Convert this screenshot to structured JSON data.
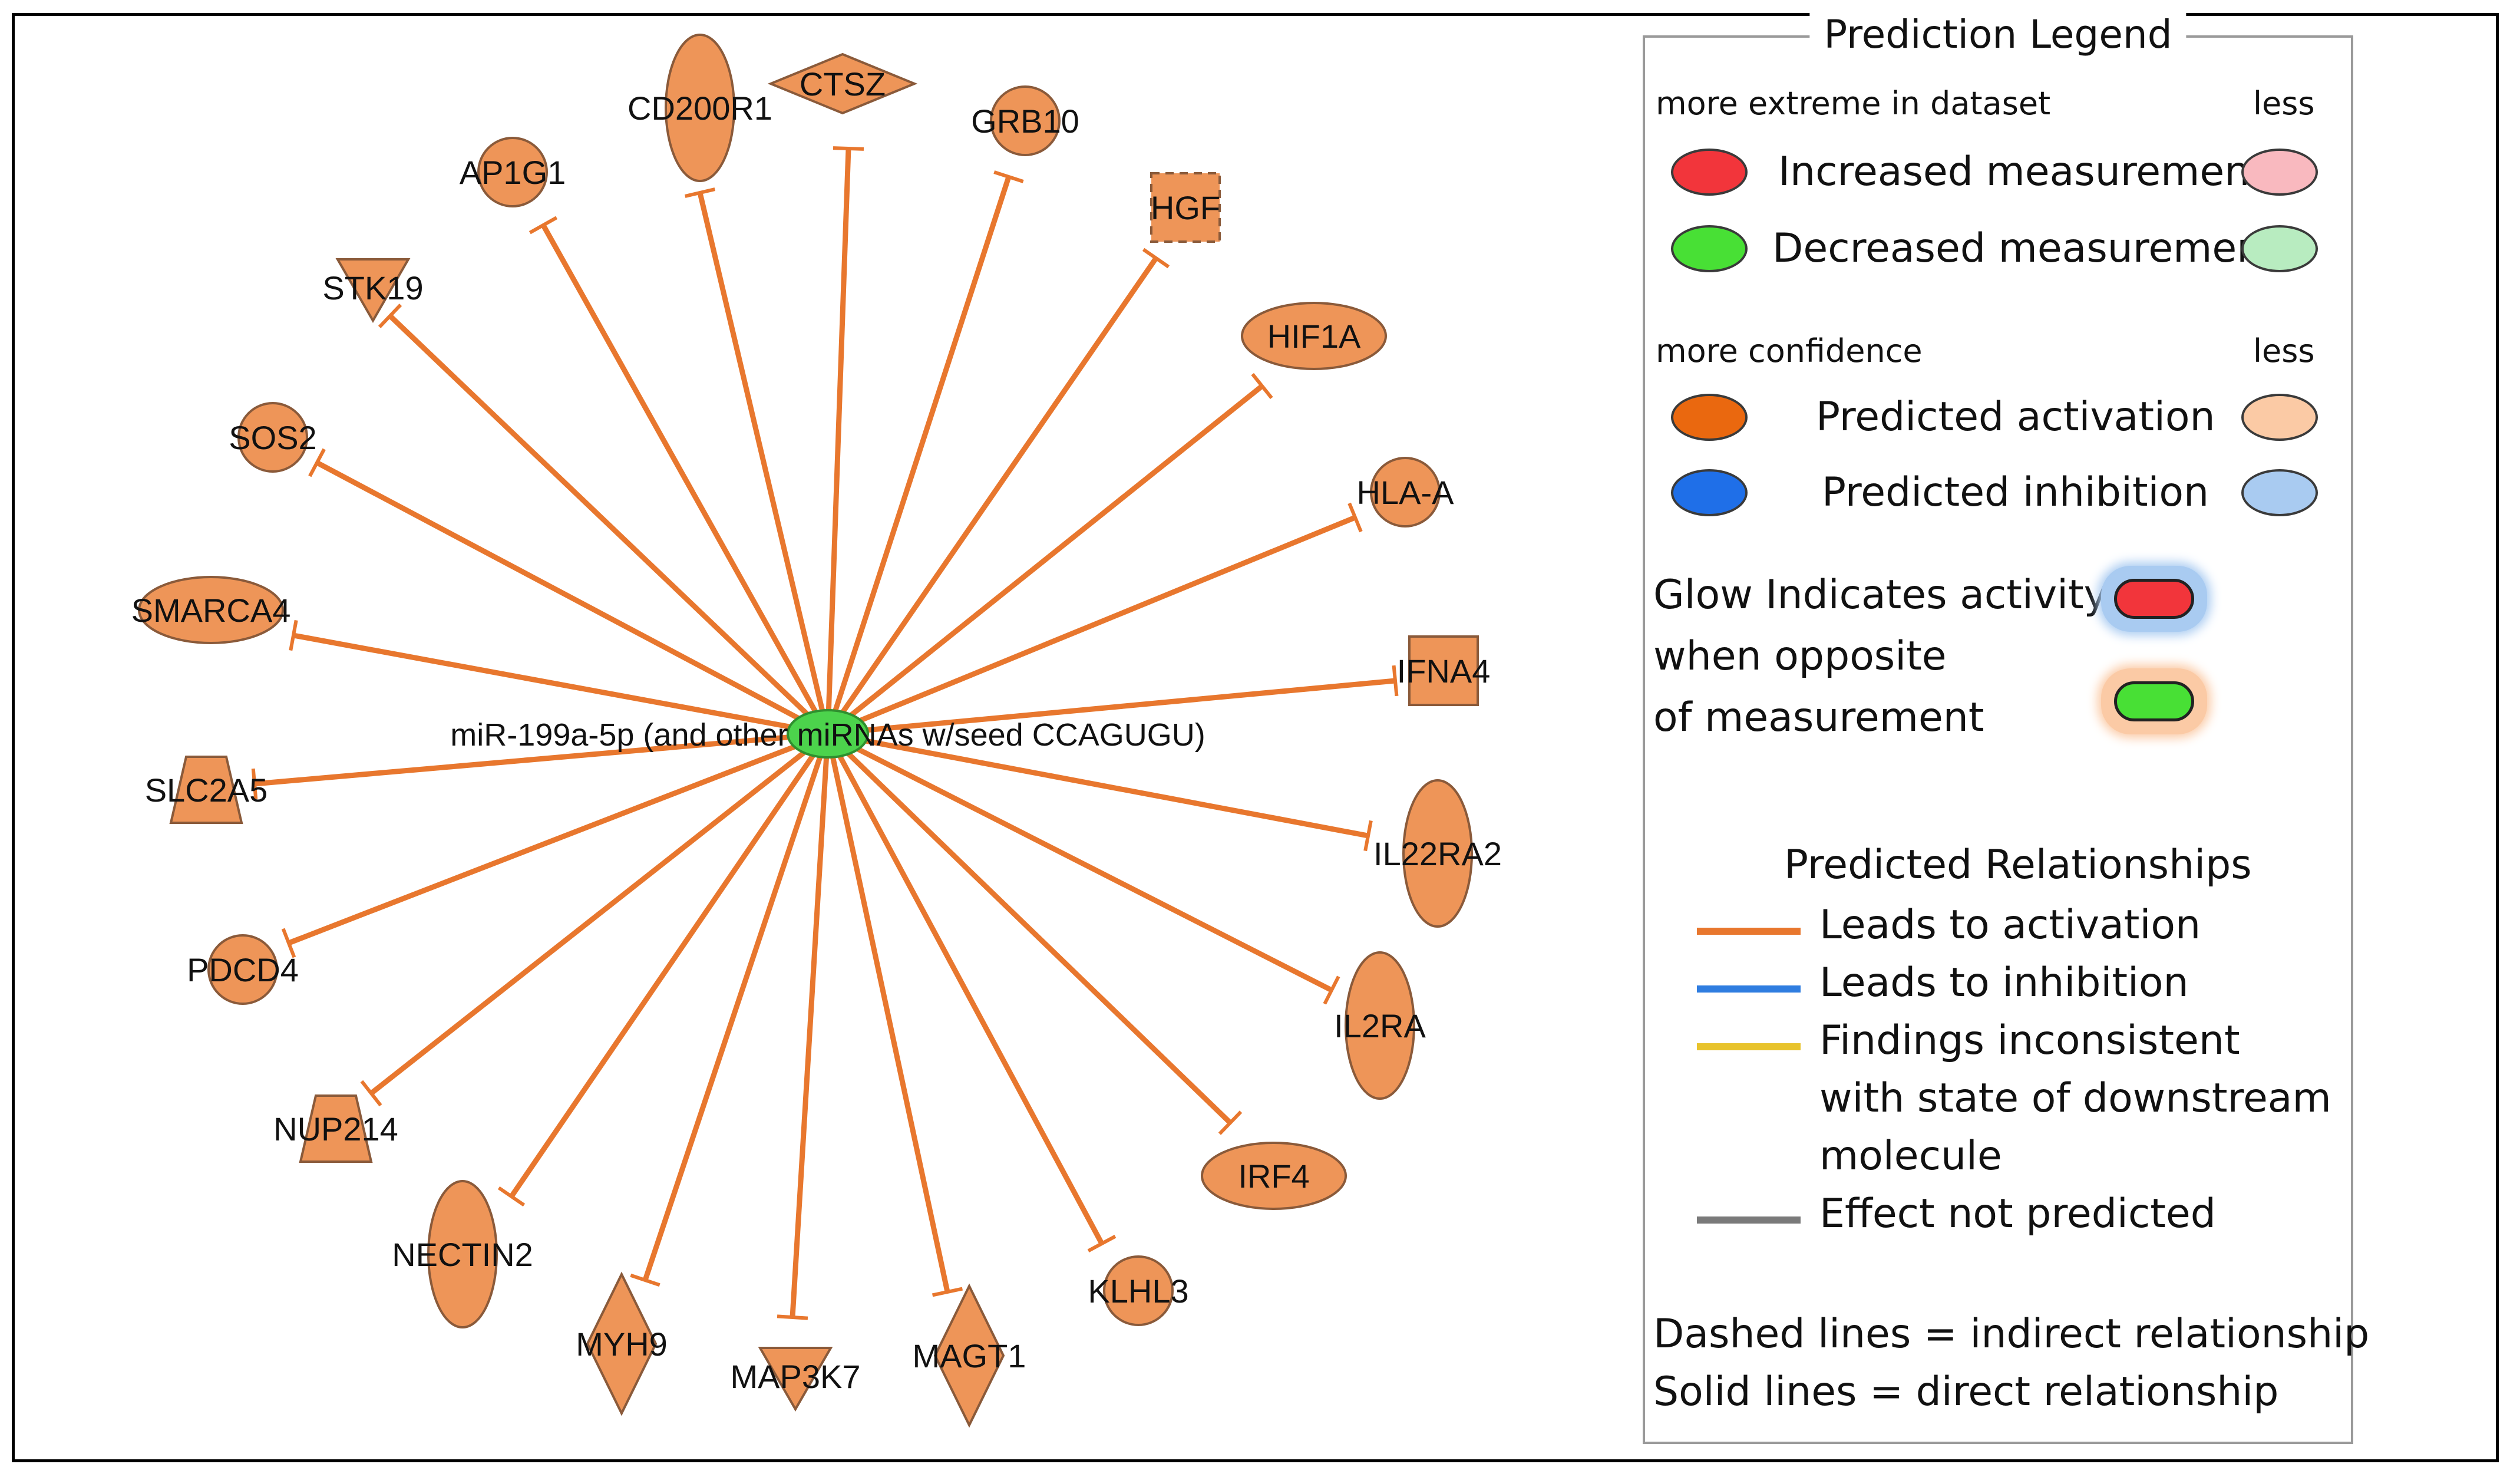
{
  "network": {
    "center": {
      "label": "miR-199a-5p (and other miRNAs w/seed CCAGUGU)",
      "color": "#4cd34c"
    },
    "node_color": "#ee9558",
    "node_stroke": "#8a5a3a",
    "edge_color": "#e8772e",
    "nodes": [
      {
        "label": "CTSZ",
        "shape": "diamond"
      },
      {
        "label": "GRB10",
        "shape": "circle"
      },
      {
        "label": "HGF",
        "shape": "square-dashed"
      },
      {
        "label": "HIF1A",
        "shape": "ellipse"
      },
      {
        "label": "HLA-A",
        "shape": "circle"
      },
      {
        "label": "IFNA4",
        "shape": "square"
      },
      {
        "label": "IL22RA2",
        "shape": "ellipse-vertical"
      },
      {
        "label": "IL2RA",
        "shape": "ellipse-vertical"
      },
      {
        "label": "IRF4",
        "shape": "ellipse"
      },
      {
        "label": "KLHL3",
        "shape": "circle"
      },
      {
        "label": "MAGT1",
        "shape": "diamond-vertical"
      },
      {
        "label": "MAP3K7",
        "shape": "triangle-down"
      },
      {
        "label": "MYH9",
        "shape": "diamond-vertical"
      },
      {
        "label": "NECTIN2",
        "shape": "ellipse-vertical"
      },
      {
        "label": "NUP214",
        "shape": "trapezoid"
      },
      {
        "label": "PDCD4",
        "shape": "circle"
      },
      {
        "label": "SLC2A5",
        "shape": "trapezoid"
      },
      {
        "label": "SMARCA4",
        "shape": "ellipse"
      },
      {
        "label": "SOS2",
        "shape": "circle"
      },
      {
        "label": "STK19",
        "shape": "triangle-down"
      },
      {
        "label": "AP1G1",
        "shape": "circle"
      },
      {
        "label": "CD200R1",
        "shape": "ellipse-vertical"
      }
    ]
  },
  "legend": {
    "title": "Prediction Legend",
    "more_extreme": "more extreme in dataset",
    "less": "less",
    "increased": "Increased measurement",
    "decreased": "Decreased measurement",
    "more_confidence": "more confidence",
    "predicted_activation": "Predicted activation",
    "predicted_inhibition": "Predicted inhibition",
    "glow_line1": "Glow Indicates activity",
    "glow_line2": "when opposite",
    "glow_line3": "of measurement",
    "relationships_title": "Predicted Relationships",
    "leads_activation": "Leads to activation",
    "leads_inhibition": "Leads to inhibition",
    "findings_line1": "Findings inconsistent",
    "findings_line2": "with state of downstream",
    "findings_line3": "molecule",
    "effect_not_predicted": "Effect not predicted",
    "dashed": "Dashed lines = indirect relationship",
    "solid": "Solid lines = direct relationship",
    "colors": {
      "increased_strong": "#f2353b",
      "increased_weak": "#f9b9bf",
      "decreased_strong": "#48e035",
      "decreased_weak": "#b8ecc0",
      "activation_strong": "#ea680f",
      "activation_weak": "#fbcaa5",
      "inhibition_strong": "#1f6fe8",
      "inhibition_weak": "#a9cbf1",
      "line_activation": "#e8772e",
      "line_inhibition": "#2f7de0",
      "line_inconsistent": "#e8c32c",
      "line_not_predicted": "#7a7a7a"
    }
  }
}
